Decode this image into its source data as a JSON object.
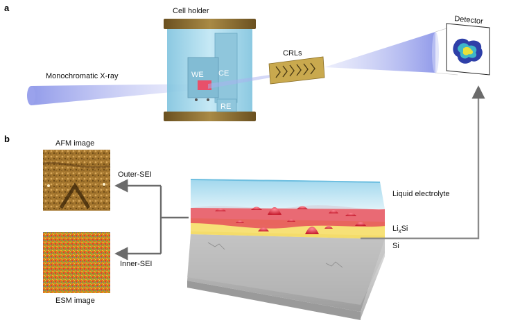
{
  "figure": {
    "panel_a": "a",
    "panel_b": "b",
    "labels": {
      "cell_holder": "Cell holder",
      "monochromatic_xray": "Monochromatic X-ray",
      "we": "WE",
      "ce": "CE",
      "re": "RE",
      "crls": "CRLs",
      "detector": "Detector",
      "afm_image": "AFM image",
      "esm_image": "ESM image",
      "outer_sei": "Outer-SEI",
      "inner_sei": "Inner-SEI",
      "liquid_electrolyte": "Liquid electrolyte",
      "lixsi_main": "Li",
      "lixsi_sub": "x",
      "lixsi_tail": "Si",
      "si": "Si"
    }
  },
  "colors": {
    "beam": "#8c96ea",
    "cell_cap": "#8e6e2e",
    "cell_body": "#a6d8ec",
    "arrow": "#7a7a7a",
    "sei_red": "#d6283a",
    "lixsi_yellow": "#f2d24a",
    "si_gray": "#c9c9c9",
    "electrolyte": "#8fd0ea"
  }
}
